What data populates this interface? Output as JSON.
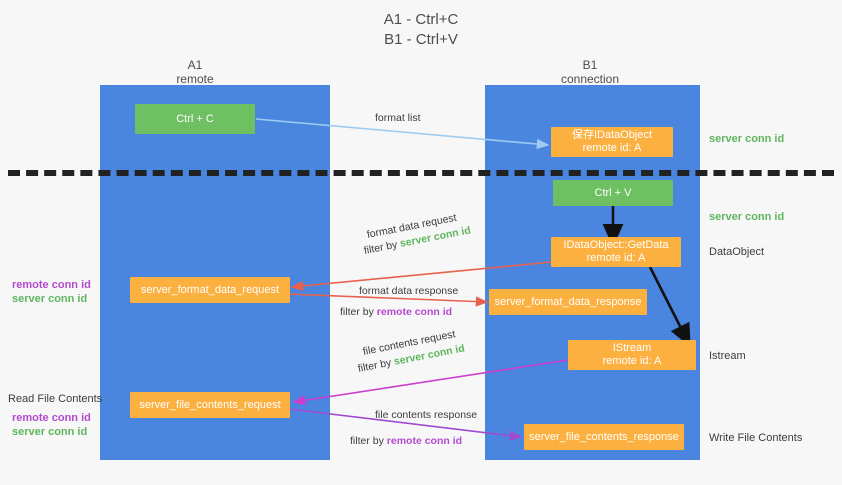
{
  "title": {
    "line1": "A1 - Ctrl+C",
    "line2": "B1 - Ctrl+V"
  },
  "colors": {
    "lane": "#4a86e0",
    "node_green": "#6fbf63",
    "node_orange": "#fbb040",
    "server_conn": "#5fb55f",
    "remote_conn": "#b44ad0",
    "arrow_blue": "#9ecbf0",
    "arrow_red": "#e8614d",
    "arrow_magenta": "#cc3fcc",
    "arrow_purple": "#a04ad0",
    "arrow_black": "#111111",
    "separator": "#222222"
  },
  "columns": [
    {
      "name": "A1",
      "sub": "remote"
    },
    {
      "name": "B1",
      "sub": "connection"
    }
  ],
  "nodes": [
    {
      "id": "ctrl-c",
      "label": "Ctrl + C",
      "sub": "",
      "color": "green"
    },
    {
      "id": "save-idataobject",
      "label": "保存IDataObject",
      "sub": "remote id: A",
      "color": "orange"
    },
    {
      "id": "ctrl-v",
      "label": "Ctrl + V",
      "sub": "",
      "color": "green"
    },
    {
      "id": "idataobject-getdata",
      "label": "IDataObject::GetData",
      "sub": "remote id: A",
      "color": "orange"
    },
    {
      "id": "server-format-data-request",
      "label": "server_format_data_request",
      "sub": "",
      "color": "orange"
    },
    {
      "id": "server-format-data-response",
      "label": "server_format_data_response",
      "sub": "",
      "color": "orange"
    },
    {
      "id": "istream",
      "label": "IStream",
      "sub": "remote id: A",
      "color": "orange"
    },
    {
      "id": "server-file-contents-request",
      "label": "server_file_contents_request",
      "sub": "",
      "color": "orange"
    },
    {
      "id": "server-file-contents-response",
      "label": "server_file_contents_response",
      "sub": "",
      "color": "orange"
    }
  ],
  "edge_labels": {
    "format_list": "format list",
    "format_data_request": "format data request",
    "format_data_request_filter_prefix": "filter by ",
    "format_data_request_filter_value": "server conn id",
    "format_data_response": "format data response",
    "format_data_response_filter_prefix": "filter by ",
    "format_data_response_filter_value": "remote conn id",
    "file_contents_request": "file contents request",
    "file_contents_request_filter_prefix": "filter by ",
    "file_contents_request_filter_value": "server conn id",
    "file_contents_response": "file contents response",
    "file_contents_response_filter_prefix": "filter by ",
    "file_contents_response_filter_value": "remote conn id"
  },
  "right_labels": {
    "server_conn_id_top": "server conn id",
    "server_conn_id_mid": "server conn id",
    "dataobject": "DataObject",
    "istream": "Istream",
    "write_file_contents": "Write File Contents"
  },
  "left_labels": {
    "remote_conn_id_1": "remote conn id",
    "server_conn_id_1": "server conn id",
    "read_file_contents": "Read File Contents",
    "remote_conn_id_2": "remote conn id",
    "server_conn_id_2": "server conn id"
  }
}
